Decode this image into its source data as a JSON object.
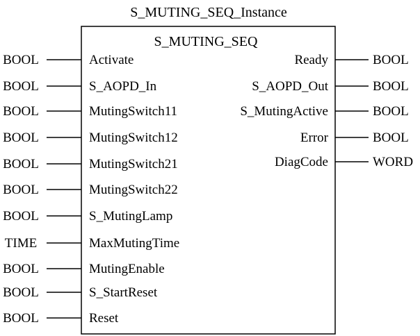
{
  "instance_name": "S_MUTING_SEQ_Instance",
  "block_type": "S_MUTING_SEQ",
  "inputs": [
    {
      "type": "BOOL",
      "name": "Activate"
    },
    {
      "type": "BOOL",
      "name": "S_AOPD_In"
    },
    {
      "type": "BOOL",
      "name": "MutingSwitch11"
    },
    {
      "type": "BOOL",
      "name": "MutingSwitch12"
    },
    {
      "type": "BOOL",
      "name": "MutingSwitch21"
    },
    {
      "type": "BOOL",
      "name": "MutingSwitch22"
    },
    {
      "type": "BOOL",
      "name": "S_MutingLamp"
    },
    {
      "type": "TIME",
      "name": "MaxMutingTime"
    },
    {
      "type": "BOOL",
      "name": "MutingEnable"
    },
    {
      "type": "BOOL",
      "name": "S_StartReset"
    },
    {
      "type": "BOOL",
      "name": "Reset"
    }
  ],
  "outputs": [
    {
      "type": "BOOL",
      "name": "Ready"
    },
    {
      "type": "BOOL",
      "name": "S_AOPD_Out"
    },
    {
      "type": "BOOL",
      "name": "S_MutingActive"
    },
    {
      "type": "BOOL",
      "name": "Error"
    },
    {
      "type": "WORD",
      "name": "DiagCode"
    }
  ]
}
